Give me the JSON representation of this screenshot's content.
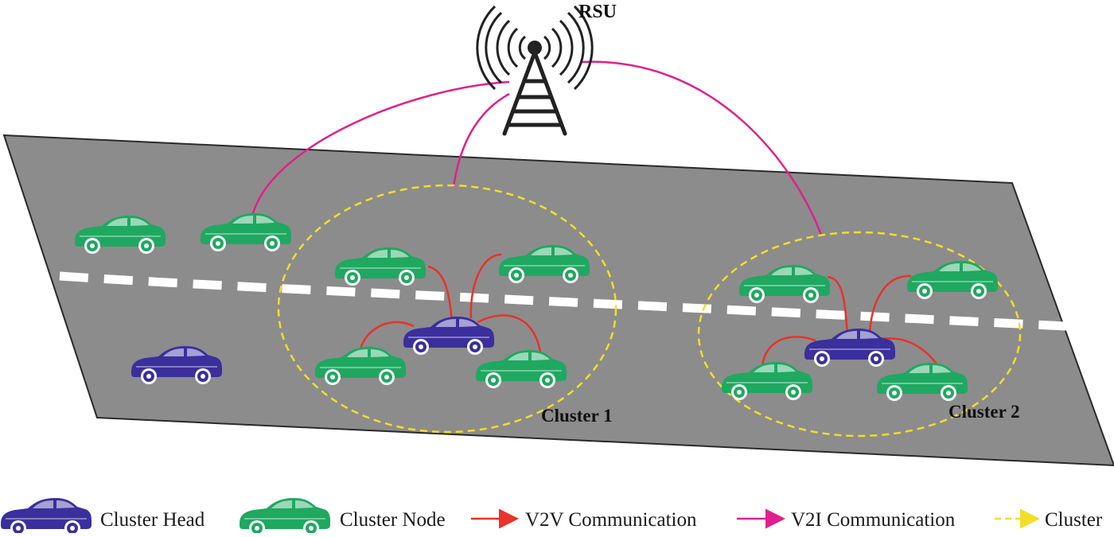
{
  "labels": {
    "rsu": "RSU",
    "cluster_1": "Cluster 1",
    "cluster_2": "Cluster 2"
  },
  "legend": {
    "cluster_head": "Cluster Head",
    "cluster_node": "Cluster Node",
    "v2v": "V2V Communication",
    "v2i": "V2I Communication",
    "cluster": "Cluster"
  },
  "colors": {
    "road": "#8c8c8c",
    "cluster_head": "#3a2f9c",
    "cluster_node": "#1fa860",
    "v2v_link": "#e8322a",
    "v2i_link": "#e0208c",
    "cluster_boundary": "#f2de27",
    "lane_marking": "#ffffff"
  },
  "icons": {
    "rsu": "rsu-tower-icon",
    "head_car": "cluster-head-car-icon",
    "node_car": "cluster-node-car-icon"
  }
}
